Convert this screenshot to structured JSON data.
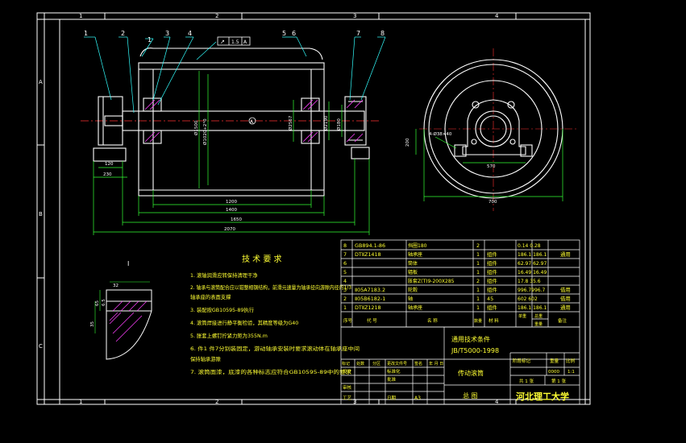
{
  "colors": {
    "background": "#000000",
    "frame": "#ffffff",
    "part": "#ffffff",
    "centerline": "#ff3030",
    "dimension": "#33ff33",
    "leader": "#33ffff",
    "hatch": "#ff40ff",
    "text_yellow": "#ffff33"
  },
  "border": {
    "top_zones": [
      "1",
      "2",
      "3",
      "4"
    ],
    "bottom_zones": [
      "1",
      "2",
      "3",
      "4"
    ],
    "left_zones": [
      "A",
      "B",
      "C"
    ]
  },
  "callouts": [
    "1",
    "2",
    "1",
    "3",
    "4",
    "5",
    "6",
    "7",
    "8"
  ],
  "tolerance": {
    "symbol": "↗",
    "value": "1.5",
    "datum": "A"
  },
  "datum_label": "A",
  "main_dims": {
    "d_shaft_left": "120",
    "d_left_2": "230",
    "d_center": "Ø1500",
    "d_inner": "Ø1020+2°0",
    "d_bore_r1": "Ø2567",
    "d_bore_r2": "Ø2190",
    "d_bore_r3": "Ø180",
    "len_1200": "1200",
    "len_1400": "1400",
    "len_1650": "1650",
    "len_2070": "2070"
  },
  "side_dims": {
    "hole": "4-Ø38×40",
    "h_200": "200",
    "w_570": "570",
    "w_700": "700"
  },
  "detail": {
    "label": "I",
    "d1": "32",
    "d2": "65",
    "d3": "6.5",
    "d4": "35"
  },
  "tech_requirements": {
    "title": "技 术 要 求",
    "items": [
      "1. 滚轴润滑应转保持清理干净",
      "2. 轴承与滚筒配合应以钳整相钢结构，前滑元速量为轴承径向游隙内径的1/3",
      "   轴承座的表面支撑",
      "3. 装配按GB10595-89执行",
      "4. 滚筒焊接进行静平衡检验，其精度等级为G40",
      "5. 胀套上螺钉拧紧力矩为355N.m",
      "6. 件1 件7分别装固定，游动轴承安装时要求滚动体在轴承座中间",
      "   保持轴承游隙",
      "7. 滚筒面漆，底漆的各种标志应符合GB10595-89中的要求"
    ]
  },
  "parts": [
    {
      "no": "8",
      "code": "GB894.1-86",
      "name": "挡圈180",
      "qty": "2",
      "mat": "",
      "mass": "0.14 0.28",
      "note": ""
    },
    {
      "no": "7",
      "code": "DTⅡZ1418",
      "name": "轴承座",
      "qty": "1",
      "mat": "组件",
      "mass": "186.1 186.1",
      "note": "通用"
    },
    {
      "no": "6",
      "code": "",
      "name": "筒体",
      "qty": "1",
      "mat": "组件",
      "mass": "62.97 62.97",
      "note": ""
    },
    {
      "no": "5",
      "code": "",
      "name": "辐板",
      "qty": "1",
      "mat": "组件",
      "mass": "16.49 16.49",
      "note": ""
    },
    {
      "no": "4",
      "code": "",
      "name": "胀套Z(T)9-200X285",
      "qty": "2",
      "mat": "组件",
      "mass": "17.8 35.6",
      "note": ""
    },
    {
      "no": "3",
      "code": "Ⅱ05A7183.2",
      "name": "轮毂",
      "qty": "1",
      "mat": "组件",
      "mass": "996.7996.7",
      "note": "借用"
    },
    {
      "no": "2",
      "code": "Ⅱ05B6182-1",
      "name": "轴",
      "qty": "1",
      "mat": "45",
      "mass": "602 602",
      "note": "借用"
    },
    {
      "no": "1",
      "code": "DTⅡZ1218",
      "name": "轴承座",
      "qty": "1",
      "mat": "组件",
      "mass": "186.1 186.1",
      "note": "通用"
    }
  ],
  "parts_header": {
    "no": "序号",
    "code": "代  号",
    "name": "名    称",
    "qty": "数量",
    "mat": "材    料",
    "mass_single": "单重",
    "mass_total": "总重",
    "mass": "重量",
    "note": "备注"
  },
  "standard": {
    "line1": "通用技术条件",
    "line2": "JB/T5000-1998"
  },
  "title_block": {
    "row_revision": [
      "标记",
      "处数",
      "分区",
      "更改文件号",
      "签名",
      "年 月 日"
    ],
    "roles": [
      "设计",
      "审核",
      "工艺"
    ],
    "std_label": "标准化",
    "approve": "批准",
    "date_label": "日期",
    "sheet_size": "A3",
    "stage_label": "阶段标记",
    "weight_label": "重量",
    "scale_label": "比例",
    "weight": "0000",
    "scale": "1:1",
    "sheets": "共 1 张",
    "sheet": "第 1 张",
    "drawing_name": "传动滚筒",
    "drawing_title": "总   图",
    "university": "河北理工大学"
  }
}
